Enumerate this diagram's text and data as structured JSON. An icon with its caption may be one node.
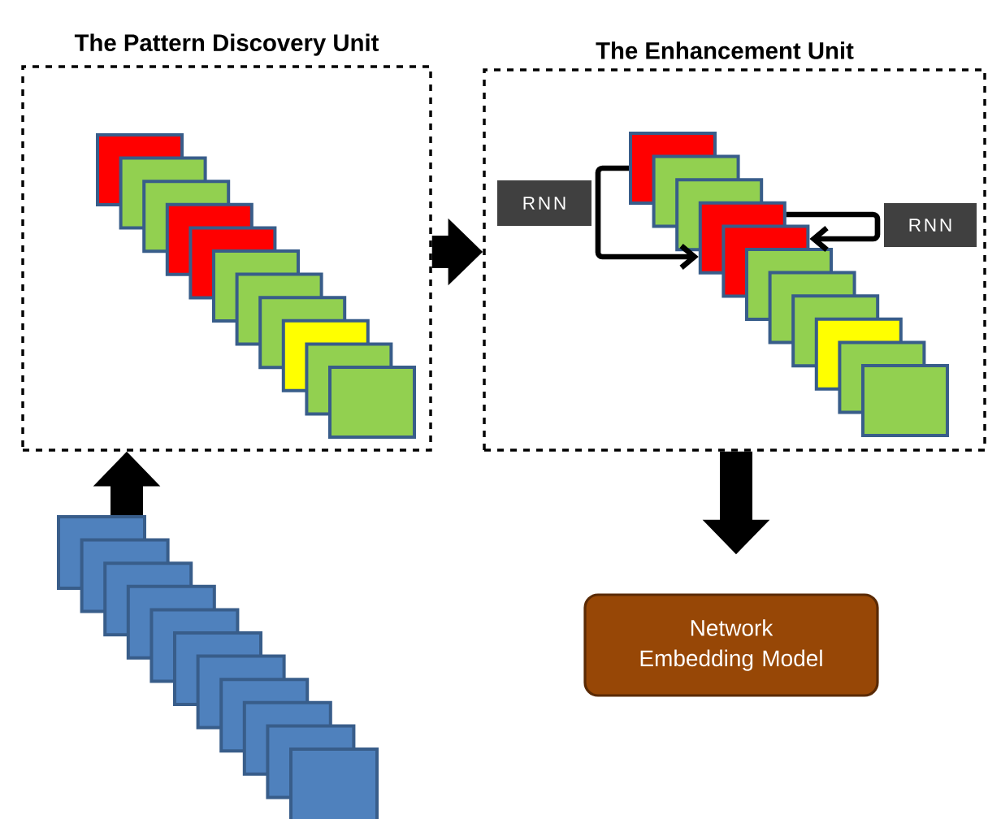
{
  "diagram": {
    "nodes": [
      {
        "text": [
          "The Pattern Discovery Unit"
        ]
      },
      {
        "text": [],
        "shape": "box",
        "in": 0
      },
      {
        "text": [],
        "shape": "box",
        "in": 0
      },
      {
        "text": [],
        "shape": "box",
        "in": 0
      },
      {
        "text": [],
        "shape": "box",
        "in": 0
      },
      {
        "text": [],
        "shape": "box",
        "in": 0
      },
      {
        "text": [],
        "shape": "box",
        "in": 0
      },
      {
        "text": [],
        "shape": "box",
        "in": 0
      },
      {
        "text": [],
        "shape": "box",
        "in": 0
      },
      {
        "text": [],
        "shape": "box",
        "in": 0
      },
      {
        "text": [],
        "shape": "box",
        "in": 0
      },
      {
        "text": [],
        "shape": "box",
        "in": 0
      },
      {
        "text": [
          "The Enhancement Unit"
        ]
      },
      {
        "text": [
          "RNN"
        ],
        "in": 12
      },
      {
        "text": [],
        "shape": "box",
        "in": 12
      },
      {
        "text": [],
        "shape": "box",
        "in": 12
      },
      {
        "text": [],
        "shape": "box",
        "in": 12
      },
      {
        "text": [],
        "shape": "box",
        "in": 12
      },
      {
        "text": [],
        "shape": "box",
        "in": 12
      },
      {
        "text": [],
        "shape": "box",
        "in": 12
      },
      {
        "text": [],
        "shape": "box",
        "in": 12
      },
      {
        "text": [],
        "shape": "box",
        "in": 12
      },
      {
        "text": [],
        "shape": "box",
        "in": 12
      },
      {
        "text": [],
        "shape": "box",
        "in": 12
      },
      {
        "text": [],
        "shape": "box",
        "in": 12
      },
      {
        "text": [
          "RNN"
        ],
        "in": 12
      },
      {
        "text": [
          "Network Embedding Model"
        ]
      },
      {
        "text": [],
        "shape": "box"
      },
      {
        "text": [],
        "shape": "box"
      },
      {
        "text": [],
        "shape": "box"
      },
      {
        "text": [],
        "shape": "box"
      },
      {
        "text": [],
        "shape": "box"
      },
      {
        "text": [],
        "shape": "box"
      },
      {
        "text": [],
        "shape": "box"
      },
      {
        "text": [],
        "shape": "box"
      },
      {
        "text": [],
        "shape": "box"
      },
      {
        "text": [],
        "shape": "box"
      },
      {
        "text": [],
        "shape": "box"
      }
    ],
    "edges": [
      {
        "from": 27,
        "to": 0,
        "arrow": "to"
      },
      {
        "from": 0,
        "to": 12,
        "arrow": "to"
      },
      {
        "from": 14,
        "to": 17,
        "arrow": "to"
      },
      {
        "from": 17,
        "to": 18,
        "arrow": "to"
      },
      {
        "from": 12,
        "to": 26,
        "arrow": "to"
      }
    ]
  }
}
